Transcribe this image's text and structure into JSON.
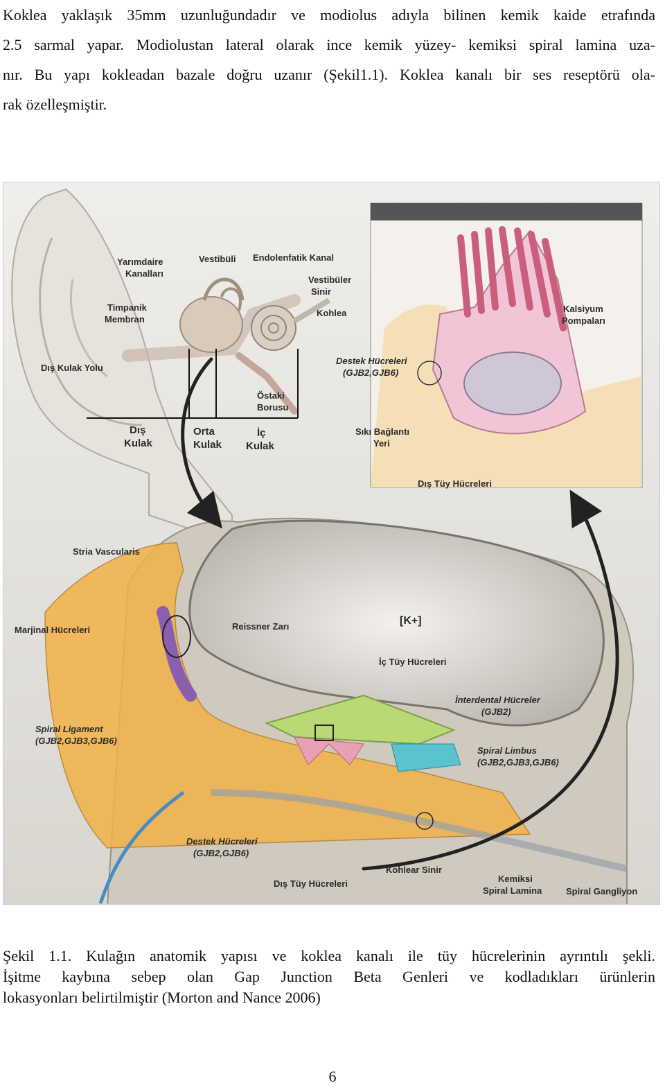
{
  "paragraph": {
    "lines": [
      "Koklea yaklaşık 35mm uzunluğundadır ve modiolus adıyla bilinen kemik kaide etrafında",
      "2.5 sarmal yapar. Modiolustan lateral olarak ince kemik yüzey- kemiksi spiral lamina uza-",
      "nır. Bu yapı kokleadan bazale doğru uzanır (Şekil1.1). Koklea kanalı bir ses reseptörü ola-",
      "rak özelleşmiştir."
    ]
  },
  "figure": {
    "labels": {
      "yarimdaire_1": "Yarımdaire",
      "yarimdaire_2": "Kanalları",
      "vestibuli": "Vestibüli",
      "endolenfatik": "Endolenfatik Kanal",
      "vestibuler_1": "Vestibüler",
      "vestibuler_2": "Sinir",
      "timpanik_1": "Timpanik",
      "timpanik_2": "Membran",
      "kohlea": "Kohlea",
      "dis_kulak_yolu": "Dış Kulak Yolu",
      "ostaki_1": "Östaki",
      "ostaki_2": "Borusu",
      "dis_1": "Dış",
      "dis_2": "Kulak",
      "orta_1": "Orta",
      "orta_2": "Kulak",
      "ic_1": "İç",
      "ic_2": "Kulak",
      "destek_top_1": "Destek Hücreleri",
      "destek_top_2": "(GJB2,GJB6)",
      "kalsiyum_1": "Kalsiyum",
      "kalsiyum_2": "Pompaları",
      "siki_1": "Sıkı Bağlantı",
      "siki_2": "Yeri",
      "dis_tuy_top": "Dış Tüy Hücreleri",
      "stria": "Stria Vascularis",
      "marjinal": "Marjinal Hücreleri",
      "reissner": "Reissner Zarı",
      "kplus": "[K+]",
      "ic_tuy": "İç Tüy Hücreleri",
      "interdental_1": "İnterdental Hücreler",
      "interdental_2": "(GJB2)",
      "spiral_lig_1": "Spiral Ligament",
      "spiral_lig_2": "(GJB2,GJB3,GJB6)",
      "spiral_limbus_1": "Spiral Limbus",
      "spiral_limbus_2": "(GJB2,GJB3,GJB6)",
      "destek_bot_1": "Destek Hücreleri",
      "destek_bot_2": "(GJB2,GJB6)",
      "kohlear_sinir": "Kohlear Sinir",
      "kemiksi_1": "Kemiksi",
      "kemiksi_2": "Spiral Lamina",
      "dis_tuy_bot": "Dış Tüy Hücreleri",
      "spiral_gang": "Spiral Gangliyon"
    }
  },
  "caption": {
    "lines": [
      "Şekil 1.1. Kulağın anatomik yapısı ve koklea kanalı ile tüy hücrelerinin ayrıntılı şekli.",
      "İşitme kaybına sebep olan Gap Junction Beta Genleri ve kodladıkları ürünlerin",
      "lokasyonları belirtilmiştir (Morton and Nance 2006)"
    ]
  },
  "page_number": "6"
}
